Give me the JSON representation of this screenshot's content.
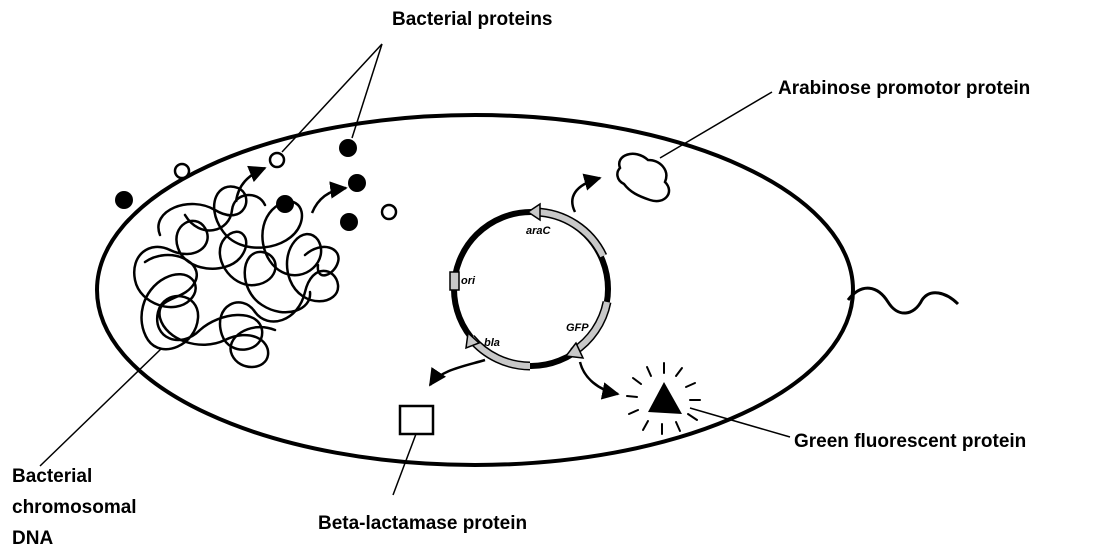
{
  "labels": {
    "bacterial_proteins": "Bacterial proteins",
    "arabinose_promotor_protein": "Arabinose promotor protein",
    "green_fluorescent_protein": "Green fluorescent protein",
    "beta_lactamase_protein": "Beta-lactamase protein",
    "chromosomal_dna_line1": "Bacterial",
    "chromosomal_dna_line2": "chromosomal",
    "chromosomal_dna_line3": "DNA"
  },
  "plasmid_genes": {
    "araC": "araC",
    "ori": "ori",
    "GFP": "GFP",
    "bla": "bla"
  },
  "colors": {
    "ink": "#000000",
    "gene_fill": "#c8c8c8",
    "background": "#ffffff"
  }
}
